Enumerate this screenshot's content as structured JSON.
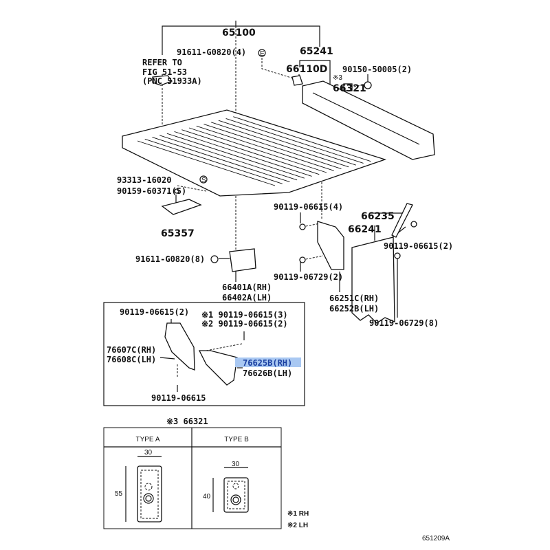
{
  "diagram": {
    "title_part": "65100",
    "highlight_color": "#a9c8f2",
    "labels": {
      "p91611_4": "91611-G0820(4)",
      "p65241": "65241",
      "refer1": "REFER TO",
      "refer2": "FIG 51-53",
      "refer3": "(PNC 51933A)",
      "p66110d": "66110D",
      "p90150": "90150-50005(2)",
      "mark3_top": "※3",
      "p66321_top": "66321",
      "p93313": "93313-16020",
      "p90159": "90159-60371(5)",
      "p65357": "65357",
      "p90119_4": "90119-06615(4)",
      "p66235": "66235",
      "p66241": "66241",
      "p90119_2r": "90119-06615(2)",
      "p91611_8": "91611-G0820(8)",
      "p90119_06729_2": "90119-06729(2)",
      "p66401a": "66401A(RH)",
      "p66402a": "66402A(LH)",
      "p66251c": "66251C(RH)",
      "p66252b": "66252B(LH)",
      "p90119_06729_8": "90119-06729(8)",
      "circle_e": "E",
      "circle_s": "S"
    },
    "inset": {
      "p90119_2": "90119-06615(2)",
      "m1_90119_3": "※1 90119-06615(3)",
      "m2_90119_2": "※2 90119-06615(2)",
      "p76607c": "76607C(RH)",
      "p76608c": "76608C(LH)",
      "p76625b": "76625B(RH)",
      "p76626b": "76626B(LH)",
      "p90119": "90119-06615"
    },
    "types_table": {
      "title": "※3 66321",
      "type_a": "TYPE  A",
      "type_b": "TYPE  B",
      "a_width": "30",
      "a_height": "55",
      "b_width": "30",
      "b_height": "40"
    },
    "legend": {
      "m1": "※1  RH",
      "m2": "※2  LH"
    },
    "figure_id": "651209A"
  }
}
